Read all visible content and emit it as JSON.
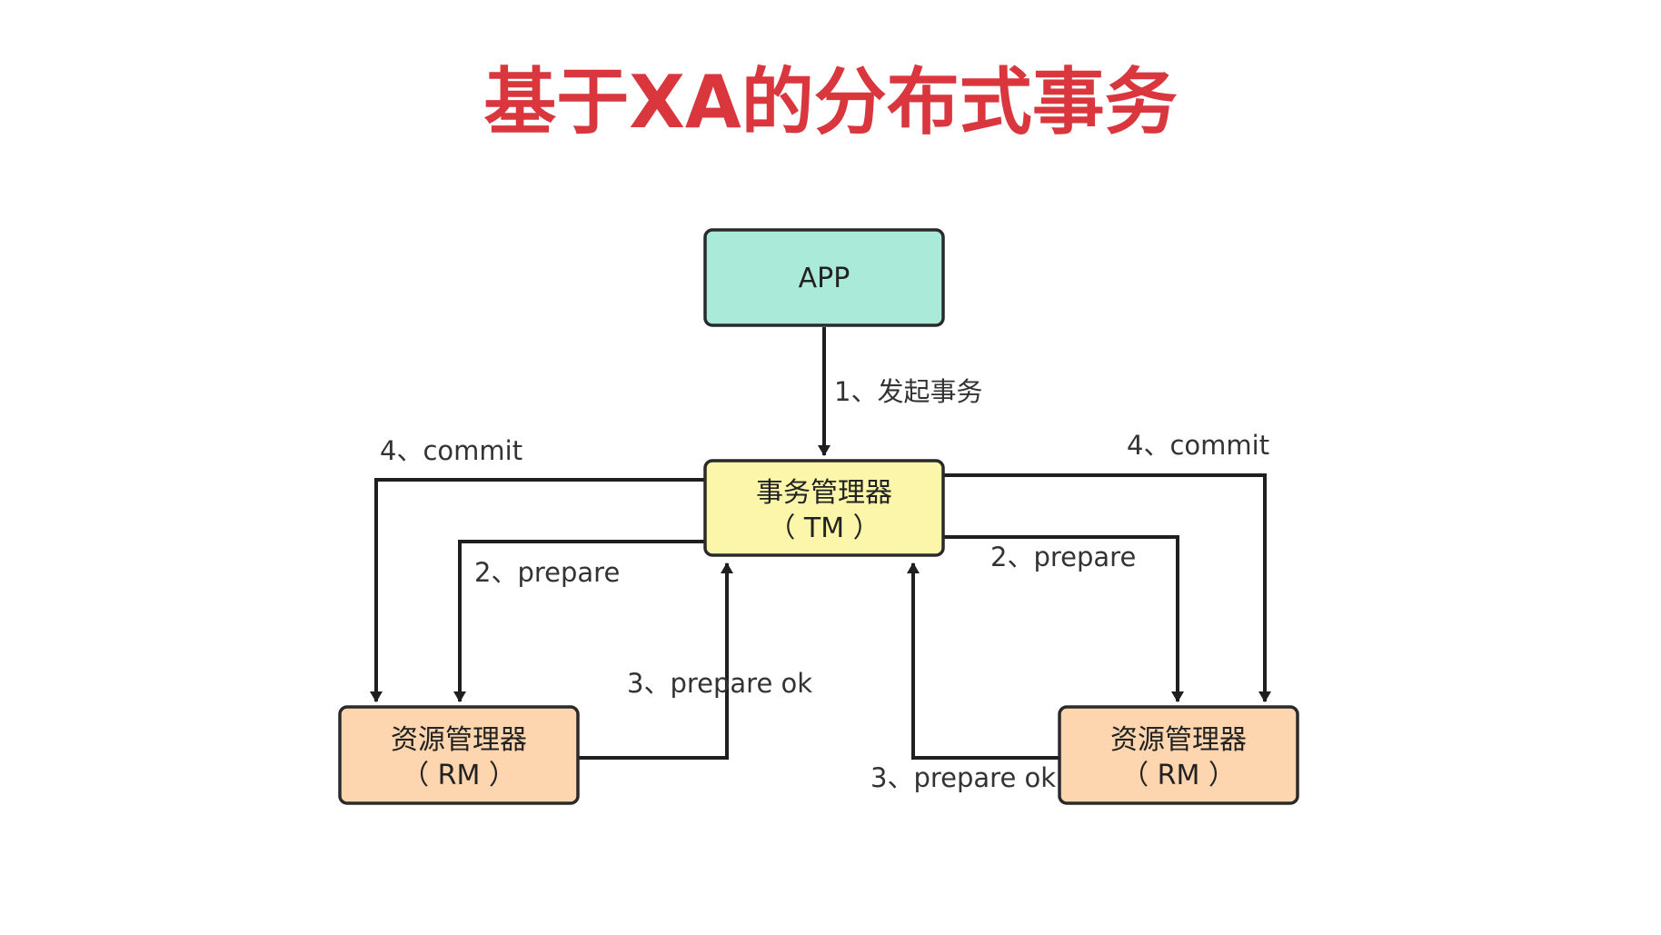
{
  "title": "基于XA的分布式事务",
  "colors": {
    "title": "#d9363e",
    "app_fill": "#a9ead8",
    "tm_fill": "#fbf6a9",
    "rm_fill": "#fdd5ae",
    "edge": "#1f1f1f"
  },
  "nodes": {
    "app": {
      "label": "APP"
    },
    "tm": {
      "line1": "事务管理器",
      "line2": "（ TM ）"
    },
    "rm_left": {
      "line1": "资源管理器",
      "line2": "（ RM ）"
    },
    "rm_right": {
      "line1": "资源管理器",
      "line2": "（ RM ）"
    }
  },
  "edges": {
    "start_tx": "1、发起事务",
    "commit_left": "4、commit",
    "commit_right": "4、commit",
    "prepare_left": "2、prepare",
    "prepare_right": "2、prepare",
    "prepare_ok_left": "3、prepare ok",
    "prepare_ok_right": "3、prepare ok"
  }
}
